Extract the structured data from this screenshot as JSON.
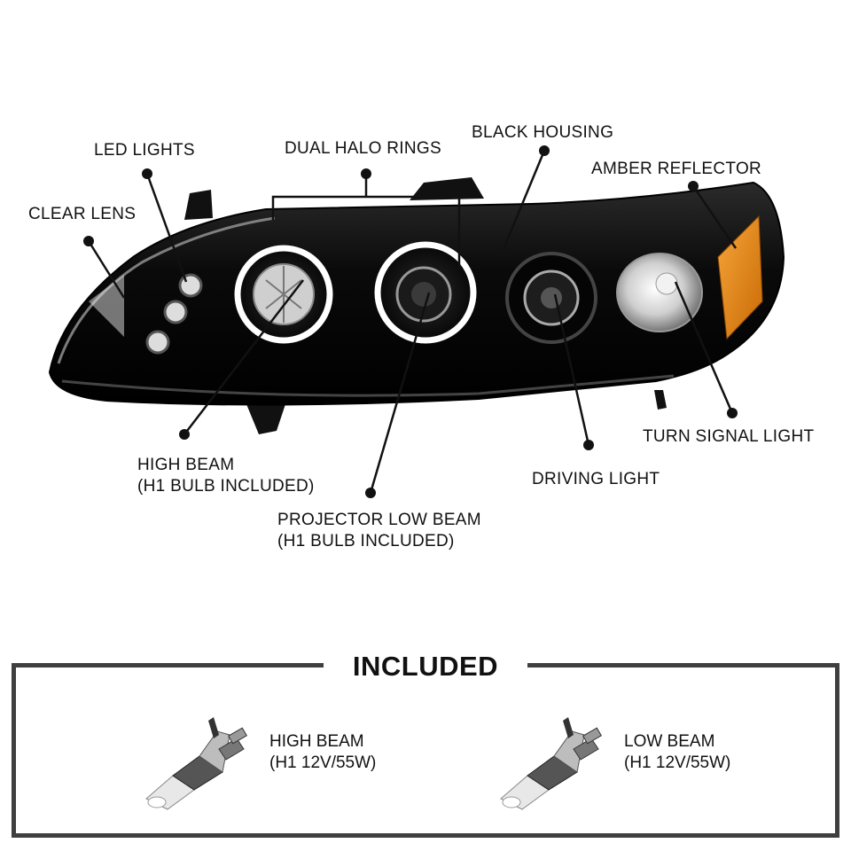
{
  "callouts": {
    "led_lights": "LED LIGHTS",
    "dual_halo_rings": "DUAL HALO RINGS",
    "black_housing": "BLACK HOUSING",
    "amber_reflector": "AMBER REFLECTOR",
    "clear_lens": "CLEAR LENS",
    "turn_signal_light": "TURN SIGNAL LIGHT",
    "high_beam": {
      "line1": "HIGH BEAM",
      "line2": "(H1 BULB INCLUDED)"
    },
    "driving_light": "DRIVING LIGHT",
    "projector_low_beam": {
      "line1": "PROJECTOR LOW BEAM",
      "line2": "(H1 BULB INCLUDED)"
    }
  },
  "included": {
    "title": "INCLUDED",
    "items": [
      {
        "line1": "HIGH BEAM",
        "line2": "(H1 12V/55W)"
      },
      {
        "line1": "LOW BEAM",
        "line2": "(H1 12V/55W)"
      }
    ]
  },
  "colors": {
    "housing": "#0b0b0b",
    "amber": "#e88a10",
    "halo": "#ffffff",
    "frame": "#3f3f3f"
  }
}
